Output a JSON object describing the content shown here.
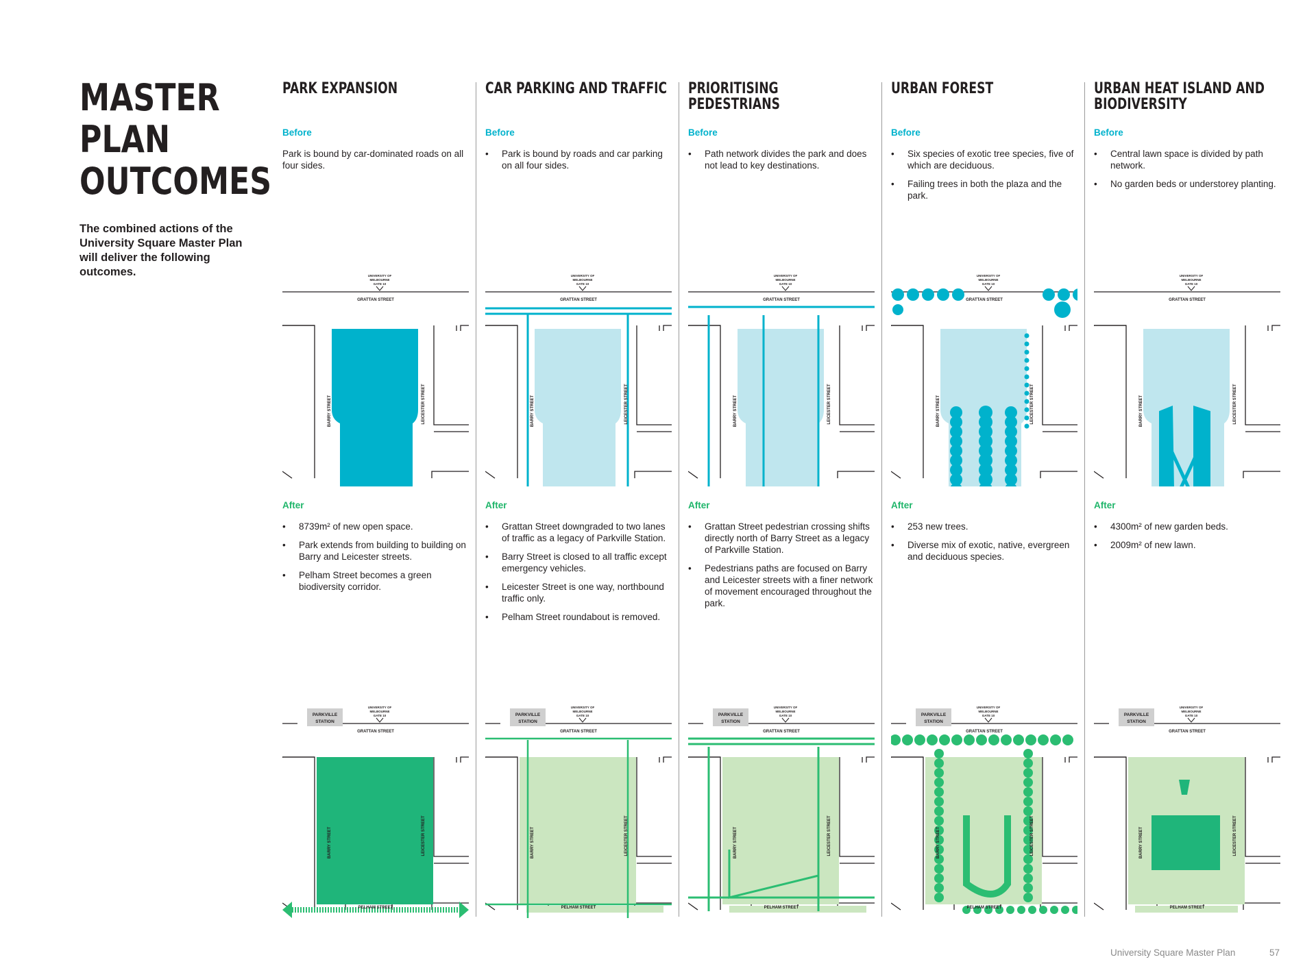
{
  "page": {
    "title": "MASTER PLAN OUTCOMES",
    "intro": "The combined actions of the University Square Master Plan will deliver the following outcomes.",
    "footer_title": "University Square Master Plan",
    "page_number": "57"
  },
  "labels": {
    "before": "Before",
    "after": "After",
    "gate": [
      "UNIVERSITY OF",
      "MELBOURNE",
      "GATE 10"
    ],
    "station": [
      "PARKVILLE",
      "STATION"
    ],
    "grattan": "GRATTAN STREET",
    "pelham": "PELHAM STREET",
    "barry": "BARRY STREET",
    "leicester": "LEICESTER STREET"
  },
  "colors": {
    "cyan": "#00b2cc",
    "light_cyan": "#bfe6ee",
    "green": "#1fb57a",
    "light_green": "#cbe6c0",
    "mid_green": "#2bbd72"
  },
  "columns": [
    {
      "title": "PARK EXPANSION",
      "before_items": [
        "Park is bound by car-dominated roads on all four sides."
      ],
      "before_bulleted": false,
      "after_items": [
        "8739m² of new open space.",
        "Park extends from building to building on Barry and Leicester streets.",
        "Pelham Street becomes a green biodiversity corridor."
      ]
    },
    {
      "title": "CAR PARKING AND TRAFFIC",
      "before_items": [
        "Park is bound by roads and car parking on all four sides."
      ],
      "before_bulleted": true,
      "after_items": [
        "Grattan Street downgraded to two lanes of traffic as a legacy of Parkville Station.",
        "Barry Street is closed to all traffic except emergency vehicles.",
        "Leicester Street is one way, northbound traffic only.",
        "Pelham Street roundabout is removed."
      ]
    },
    {
      "title": "PRIORITISING PEDESTRIANS",
      "before_items": [
        "Path network divides the park and does not lead to key destinations."
      ],
      "before_bulleted": true,
      "after_items": [
        "Grattan Street pedestrian crossing shifts directly north of Barry Street as a legacy of Parkville Station.",
        "Pedestrians paths are focused on Barry and Leicester streets with a finer network of movement encouraged throughout the park."
      ]
    },
    {
      "title": "URBAN FOREST",
      "before_items": [
        "Six species of exotic tree species, five of which are deciduous.",
        "Failing trees in both the plaza and the park."
      ],
      "before_bulleted": true,
      "after_items": [
        "253 new trees.",
        "Diverse mix of exotic, native, evergreen and deciduous species."
      ]
    },
    {
      "title": "URBAN HEAT ISLAND AND BIODIVERSITY",
      "before_items": [
        "Central lawn space is divided by path network.",
        "No garden beds or understorey planting."
      ],
      "before_bulleted": true,
      "after_items": [
        "4300m² of new garden beds.",
        "2009m² of new lawn."
      ]
    }
  ]
}
